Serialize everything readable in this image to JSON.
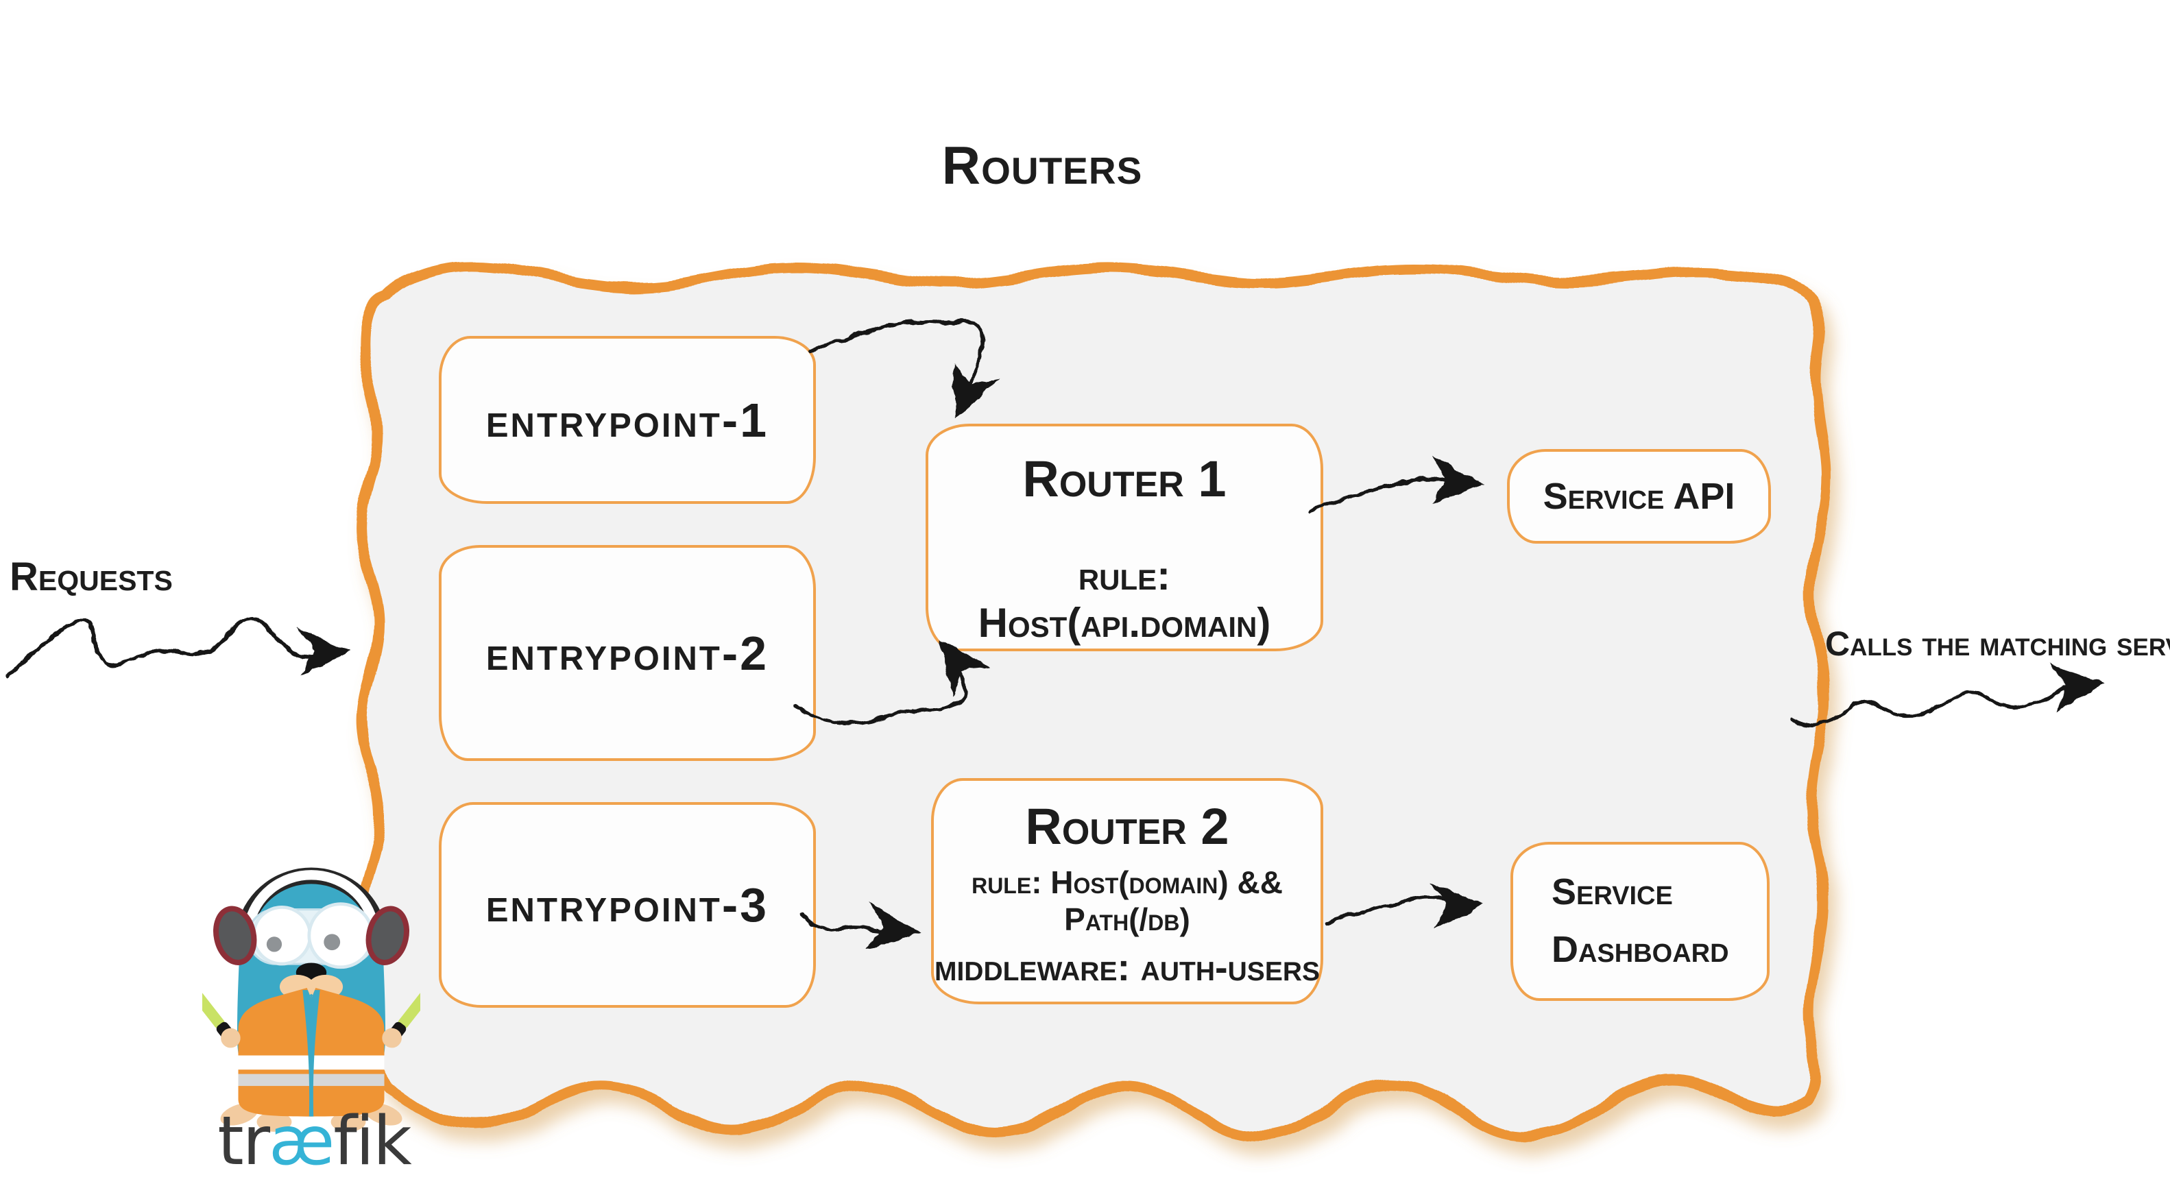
{
  "title": "Routers",
  "side_labels": {
    "requests": "Requests",
    "calls_matching_server": "Calls the matching server"
  },
  "entrypoints": [
    {
      "label": "entrypoint-1"
    },
    {
      "label": "entrypoint-2"
    },
    {
      "label": "entrypoint-3"
    }
  ],
  "routers": [
    {
      "name": "Router 1",
      "rule": "rule: Host(api.domain)"
    },
    {
      "name": "Router 2",
      "rule": "rule: Host(domain) && Path(/db)",
      "middleware": "middleware: auth-users"
    }
  ],
  "services": [
    {
      "lines": [
        "Service API"
      ]
    },
    {
      "lines": [
        "Service",
        "Dashboard"
      ]
    }
  ],
  "connections": [
    {
      "from": "requests",
      "to": "routers-container"
    },
    {
      "from": "entrypoint-1",
      "to": "router-1"
    },
    {
      "from": "entrypoint-2",
      "to": "router-1"
    },
    {
      "from": "entrypoint-3",
      "to": "router-2"
    },
    {
      "from": "router-1",
      "to": "service-api"
    },
    {
      "from": "router-2",
      "to": "service-dashboard"
    },
    {
      "from": "routers-container",
      "to": "calls-the-matching-server"
    }
  ],
  "logo": {
    "wordmark": "træfik",
    "wordmark_parts": {
      "pre": "tr",
      "ligature": "æ",
      "post": "fik"
    }
  },
  "colors": {
    "accent": "#EC9434",
    "box-border": "#F0A24D",
    "container-fill": "#F2F2F2",
    "ink": "#1D1D1D",
    "arrow": "#141414",
    "shadow": "#D8A55E",
    "gopher-blue": "#3BA9C6",
    "vest-orange": "#EF9434",
    "wordmark-dark": "#3A3A3A",
    "wordmark-blue": "#35B3D6"
  }
}
